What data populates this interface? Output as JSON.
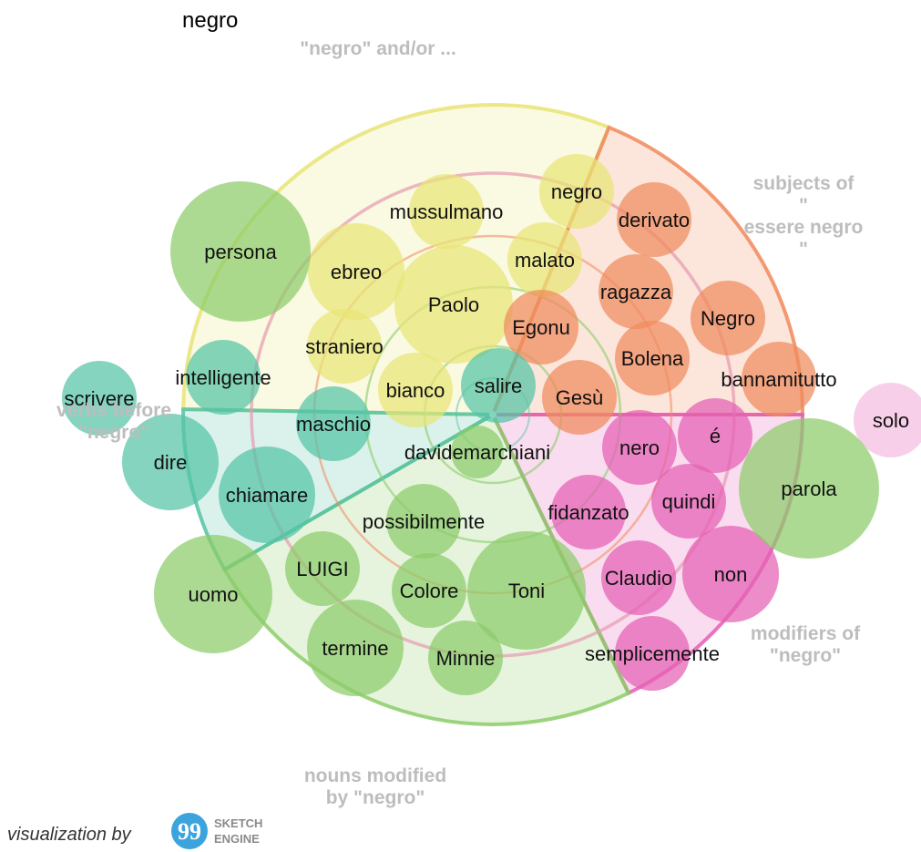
{
  "header": {
    "headword": "negro",
    "query_label": "\"negro\" and/or ..."
  },
  "footer": {
    "credit": "visualization by",
    "logo_line1": "SKETCH",
    "logo_line2": "ENGINE"
  },
  "colors": {
    "and_or": "#e7e476",
    "subjects_of": "#f08a5d",
    "modifiers_of": "#e45fb4",
    "nouns_modified": "#8ccc6a",
    "verbs_before": "#55c3a6",
    "inner_ring": "#f08a5d",
    "outer_ring": "#e69ab0",
    "category_text": "#bdbdbd"
  },
  "chart_data": {
    "type": "word-sketch-radial",
    "headword": "negro",
    "categories": [
      {
        "key": "and_or",
        "name": "\"negro\" and/or ...",
        "label_lines": [
          "\"negro\" and/or ..."
        ],
        "words": [
          {
            "word": "negro",
            "score": 8,
            "freq": 2
          },
          {
            "word": "mussulmano",
            "score": 7,
            "freq": 2
          },
          {
            "word": "malato",
            "score": 6,
            "freq": 2
          },
          {
            "word": "ebreo",
            "score": 5,
            "freq": 3
          },
          {
            "word": "Paolo",
            "score": 4,
            "freq": 4
          },
          {
            "word": "straniero",
            "score": 3,
            "freq": 2
          },
          {
            "word": "bianco",
            "score": 2,
            "freq": 2
          }
        ]
      },
      {
        "key": "subjects_of",
        "name": "subjects of \" essere negro \"",
        "label_lines": [
          "subjects of",
          "\"",
          "essere negro",
          "\""
        ],
        "words": [
          {
            "word": "derivato",
            "score": 8,
            "freq": 2
          },
          {
            "word": "ragazza",
            "score": 6,
            "freq": 2
          },
          {
            "word": "Negro",
            "score": 7,
            "freq": 2
          },
          {
            "word": "Egonu",
            "score": 4,
            "freq": 2
          },
          {
            "word": "Bolena",
            "score": 5,
            "freq": 2
          },
          {
            "word": "bannamitutto",
            "score": 9,
            "freq": 2
          },
          {
            "word": "Gesù",
            "score": 3,
            "freq": 2
          }
        ]
      },
      {
        "key": "modifiers_of",
        "name": "modifiers of \"negro\"",
        "label_lines": [
          "modifiers of",
          "\"negro\""
        ],
        "words": [
          {
            "word": "é",
            "score": 6,
            "freq": 2
          },
          {
            "word": "solo",
            "score": 10,
            "freq": 2
          },
          {
            "word": "nero",
            "score": 4,
            "freq": 2
          },
          {
            "word": "quindi",
            "score": 6,
            "freq": 2
          },
          {
            "word": "fidanzato",
            "score": 4,
            "freq": 2
          },
          {
            "word": "Claudio",
            "score": 5,
            "freq": 2
          },
          {
            "word": "non",
            "score": 7,
            "freq": 3
          },
          {
            "word": "semplicemente",
            "score": 7,
            "freq": 2
          }
        ]
      },
      {
        "key": "nouns_modified",
        "name": "nouns modified by \"negro\"",
        "label_lines": [
          "nouns modified",
          "by \"negro\""
        ],
        "words": [
          {
            "word": "parola",
            "score": 9,
            "freq": 5
          },
          {
            "word": "Toni",
            "score": 3,
            "freq": 4
          },
          {
            "word": "Colore",
            "score": 4,
            "freq": 2
          },
          {
            "word": "Minnie",
            "score": 5,
            "freq": 2
          },
          {
            "word": "termine",
            "score": 6,
            "freq": 3
          },
          {
            "word": "LUIGI",
            "score": 7,
            "freq": 2
          },
          {
            "word": "uomo",
            "score": 9,
            "freq": 4
          },
          {
            "word": "davidemarchiani",
            "score": 1,
            "freq": 1
          },
          {
            "word": "possibilmente",
            "score": 3,
            "freq": 2
          },
          {
            "word": "persona",
            "score": 9,
            "freq": 5
          }
        ]
      },
      {
        "key": "verbs_before",
        "name": "verbs before \"negro\"",
        "label_lines": [
          "verbs before",
          "\"negro\""
        ],
        "words": [
          {
            "word": "salire",
            "score": 1,
            "freq": 2
          },
          {
            "word": "maschio",
            "score": 3,
            "freq": 2
          },
          {
            "word": "intelligente",
            "score": 6,
            "freq": 2
          },
          {
            "word": "chiamare",
            "score": 7,
            "freq": 3
          },
          {
            "word": "dire",
            "score": 9,
            "freq": 3
          },
          {
            "word": "scrivere",
            "score": 10,
            "freq": 2
          }
        ]
      }
    ]
  }
}
